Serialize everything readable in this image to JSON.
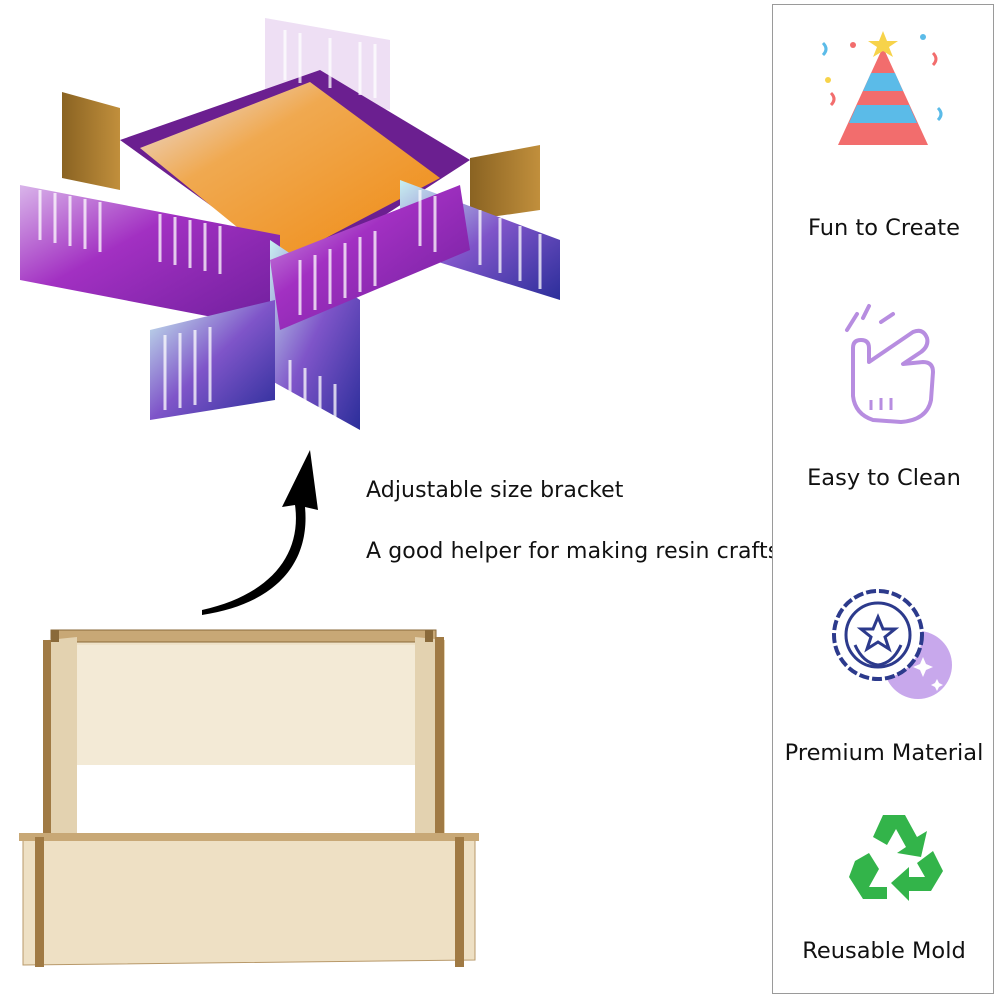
{
  "captions": {
    "line1": "Adjustable size bracket",
    "line2": "A good helper for making resin crafts"
  },
  "features": [
    {
      "label": "Fun to Create",
      "icon": "party-hat-icon"
    },
    {
      "label": "Easy to Clean",
      "icon": "tap-hand-icon"
    },
    {
      "label": "Premium Material",
      "icon": "quality-badge-icon"
    },
    {
      "label": "Reusable Mold",
      "icon": "recycle-icon"
    }
  ],
  "colors": {
    "purple": "#a02fc0",
    "blue_purple": "#3a3aa8",
    "orange": "#ef8f1c",
    "wood": "#efe2c8",
    "recycle_green": "#33b44a",
    "hat_red": "#f26d6d",
    "hat_blue": "#5bbbe8",
    "lavender": "#b78de0",
    "navy": "#2c3a8c"
  }
}
